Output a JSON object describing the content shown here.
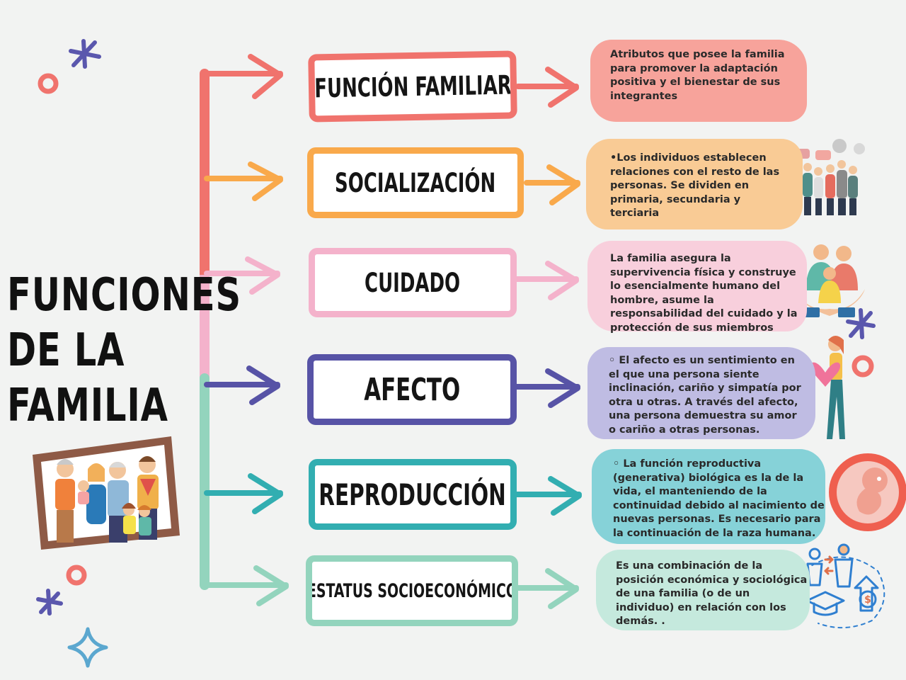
{
  "title": {
    "line1": "FUNCIONES",
    "line2": "DE LA",
    "line3": "FAMILIA"
  },
  "colors": {
    "red": "#f0736d",
    "orange": "#f9a94b",
    "pink": "#f4b2cb",
    "indigo": "#5753a6",
    "teal": "#32aeb1",
    "mint": "#93d4bd",
    "background": "#f2f3f2"
  },
  "functions": [
    {
      "name": "FUNCIÓN FAMILIAR",
      "description": "Atributos que posee la familia para promover la adaptación positiva y el bienestar de sus integrantes",
      "color": "#f0736d",
      "bubble_color": "#f7a39b"
    },
    {
      "name": "SOCIALIZACIÓN",
      "description": "•Los individuos establecen relaciones con el resto de las personas. Se dividen en primaria, secundaria y terciaria",
      "color": "#f9a94b",
      "bubble_color": "#f9cb95",
      "icon": "people-talking-icon"
    },
    {
      "name": "CUIDADO",
      "description": "La familia asegura la supervivencia física y construye lo esencialmente humano del hombre, asume la responsabilidad del cuidado y la protección de sus miembros",
      "color": "#f4b2cb",
      "bubble_color": "#f8cfdc",
      "icon": "family-in-hands-icon"
    },
    {
      "name": "AFECTO",
      "description": "◦ El afecto es un sentimiento en el que una persona siente inclinación, cariño y simpatía por otra u otras. A través del afecto, una persona demuestra su amor o cariño a otras personas.",
      "color": "#5753a6",
      "bubble_color": "#bfbce3",
      "icon": "woman-with-heart-icon"
    },
    {
      "name": "REPRODUCCIÓN",
      "description": "◦ La función reproductiva (generativa) biológica es la de la vida, el manteniendo de la continuidad debido al nacimiento de nuevas personas. Es necesario para la continuación de la raza humana.",
      "color": "#32aeb1",
      "bubble_color": "#86d2d8",
      "icon": "fetus-icon"
    },
    {
      "name": "ESTATUS SOCIOECONÓMICO",
      "description": "Es una combinación de la posición económica y sociológica de una familia (o de un individuo) en relación con los demás. .",
      "color": "#93d4bd",
      "bubble_color": "#c5e9dd",
      "icon": "socioeconomic-status-icon"
    }
  ],
  "decorations": [
    "asterisk-icon",
    "circle-icon",
    "sparkle-icon",
    "family-portrait-icon"
  ]
}
